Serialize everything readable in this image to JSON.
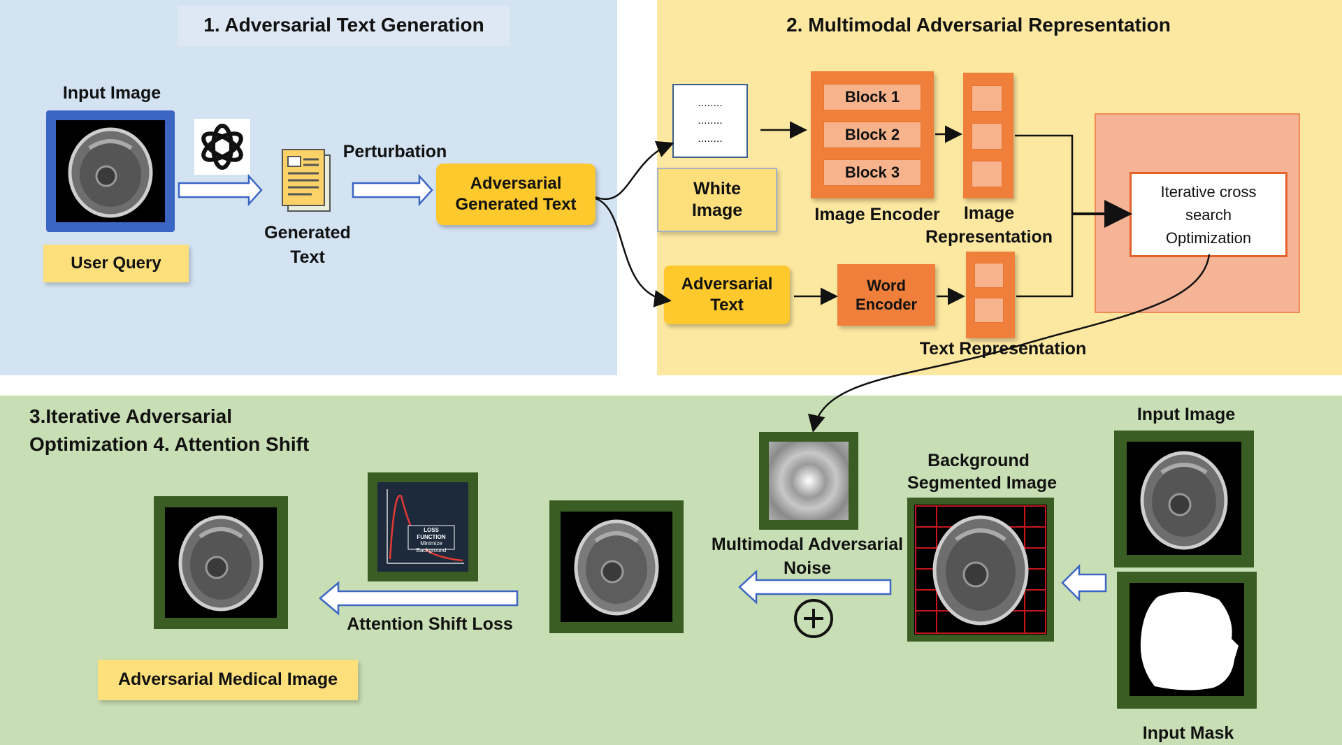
{
  "section1": {
    "title": "1.   Adversarial Text Generation"
  },
  "section2": {
    "title": "2. Multimodal Adversarial Representation"
  },
  "section3": {
    "title_line1": "3.Iterative Adversarial",
    "title_line2": "Optimization  4. Attention Shift"
  },
  "input_image_label": "Input Image",
  "user_query": "User Query",
  "perturbation": "Perturbation",
  "generated_text_line1": "Generated",
  "generated_text_line2": "Text",
  "adversarial_generated_text_line1": "Adversarial",
  "adversarial_generated_text_line2": "Generated Text",
  "white_image_dots": "........",
  "white_image_line1": "White",
  "white_image_line2": "Image",
  "blocks": [
    "Block 1",
    "Block 2",
    "Block 3"
  ],
  "image_encoder": "Image Encoder",
  "image_representation_line1": "Image",
  "image_representation_line2": "Representation",
  "adversarial_text_line1": "Adversarial",
  "adversarial_text_line2": "Text",
  "word_encoder_line1": "Word",
  "word_encoder_line2": "Encoder",
  "text_representation": "Text Representation",
  "iterative_line1": "Iterative cross",
  "iterative_line2": "search",
  "iterative_line3": "Optimization",
  "input_image_label_2": "Input Image",
  "background_segmented_line1": "Background",
  "background_segmented_line2": "Segmented Image",
  "multimodal_noise_line1": "Multimodal Adversarial",
  "multimodal_noise_line2": "Noise",
  "input_mask": "Input Mask",
  "loss_function": {
    "title": "LOSS FUNCTION",
    "line1": "Minimize",
    "line2": "Background"
  },
  "attention_shift_loss": "Attention Shift Loss",
  "adversarial_medical_image": "Adversarial Medical Image",
  "colors": {
    "blue_panel": "#d3e3f2",
    "yellow_panel": "#fde8a1",
    "green_panel": "#c8deb4",
    "accent_yellow": "#fdc92c",
    "orange": "#ef7f3a",
    "frame_green": "#3a5d24",
    "frame_blue": "#3c66c4"
  }
}
